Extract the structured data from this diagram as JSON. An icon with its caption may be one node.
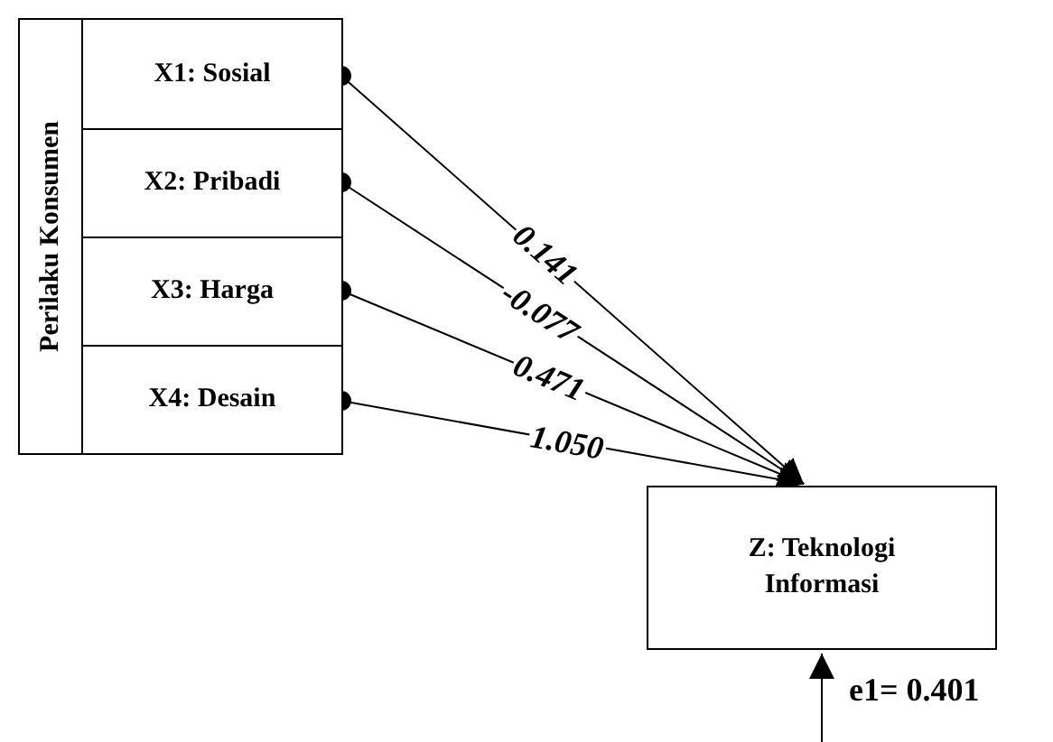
{
  "diagram": {
    "nodes": [
      {
        "text": [
          "Perilaku Konsumen"
        ]
      },
      {
        "text": [
          "X1: Sosial"
        ],
        "in": 0
      },
      {
        "text": [
          "X2: Pribadi"
        ],
        "in": 0
      },
      {
        "text": [
          "X3: Harga"
        ],
        "in": 0
      },
      {
        "text": [
          "X4: Desain"
        ],
        "in": 0
      },
      {
        "text": [
          "Z: Teknologi Informasi"
        ]
      }
    ],
    "edges": [
      {
        "from": 1,
        "to": 5,
        "arrow": "to",
        "label": "0.141"
      },
      {
        "from": 2,
        "to": 5,
        "arrow": "to",
        "label": "-0.077"
      },
      {
        "from": 3,
        "to": 5,
        "arrow": "to",
        "label": "0.471"
      },
      {
        "from": 4,
        "to": 5,
        "arrow": "to",
        "label": "1.050"
      },
      {
        "from": null,
        "to": 5,
        "arrow": "to",
        "label": "e1= 0.401"
      }
    ]
  }
}
